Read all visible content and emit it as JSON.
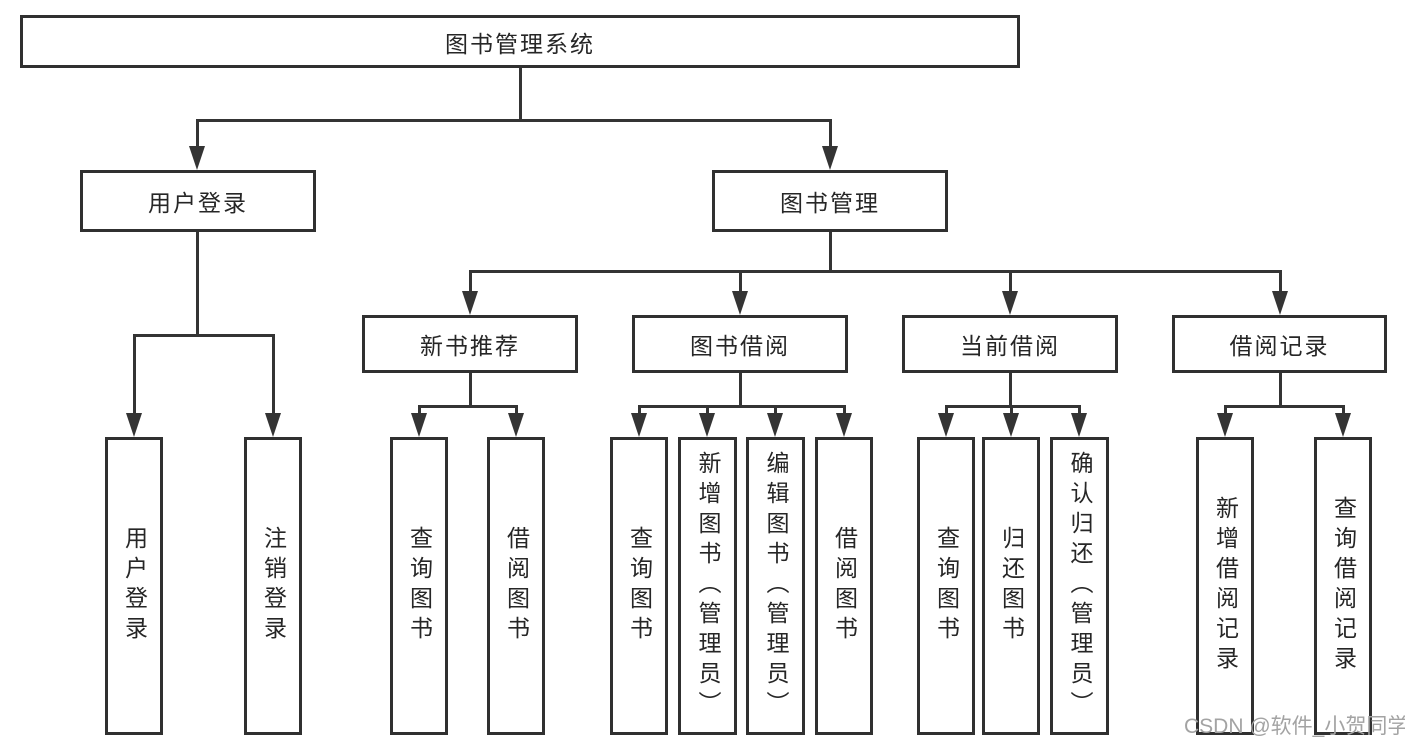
{
  "diagram": {
    "watermark": "CSDN @软件_小贺同学",
    "tree": {
      "label": "图书管理系统",
      "children": [
        {
          "label": "用户登录",
          "children": [
            {
              "label": "用户登录"
            },
            {
              "label": "注销登录"
            }
          ]
        },
        {
          "label": "图书管理",
          "children": [
            {
              "label": "新书推荐",
              "children": [
                {
                  "label": "查询图书"
                },
                {
                  "label": "借阅图书"
                }
              ]
            },
            {
              "label": "图书借阅",
              "children": [
                {
                  "label": "查询图书"
                },
                {
                  "label": "新增图书（管理员）"
                },
                {
                  "label": "编辑图书（管理员）"
                },
                {
                  "label": "借阅图书"
                }
              ]
            },
            {
              "label": "当前借阅",
              "children": [
                {
                  "label": "查询图书"
                },
                {
                  "label": "归还图书"
                },
                {
                  "label": "确认归还（管理员）"
                }
              ]
            },
            {
              "label": "借阅记录",
              "children": [
                {
                  "label": "新增借阅记录"
                },
                {
                  "label": "查询借阅记录"
                }
              ]
            }
          ]
        }
      ]
    }
  },
  "colors": {
    "line": "#343434",
    "box_border": "#303030",
    "text": "#262626",
    "watermark": "#a3a3a3",
    "background": "#ffffff"
  }
}
